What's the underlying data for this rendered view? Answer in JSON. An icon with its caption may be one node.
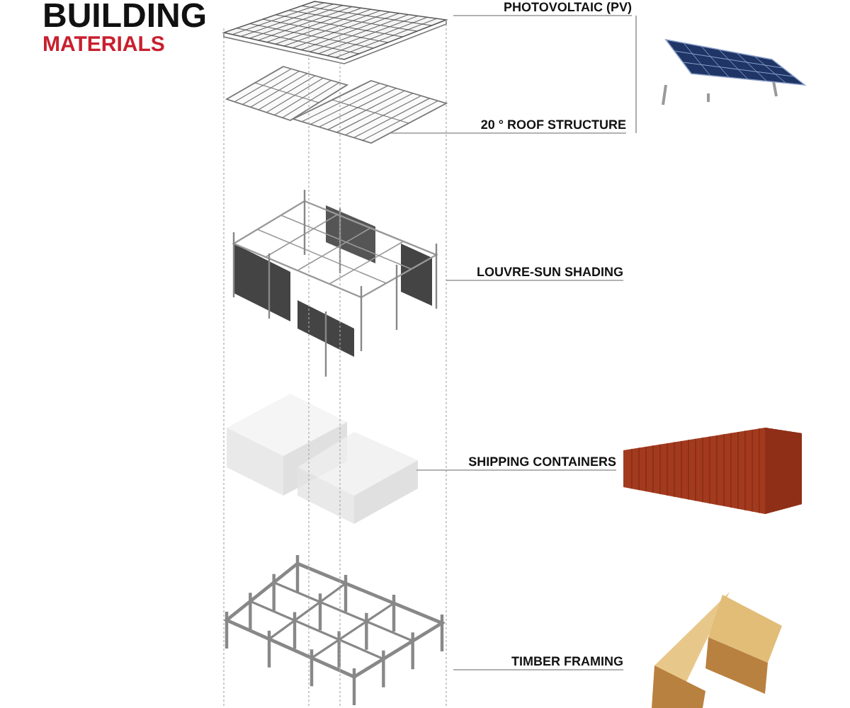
{
  "diagram": {
    "title": "BUILDING MATERIALS",
    "nodes": [
      {
        "text": [],
        "shape": "picture"
      },
      {
        "text": [
          "PHOTOVOLTAIC (PV)"
        ]
      },
      {
        "text": [],
        "shape": "picture"
      },
      {
        "text": [
          "20 ° ROOF STRUCTURE"
        ]
      },
      {
        "text": [],
        "shape": "picture"
      },
      {
        "text": [
          "LOUVRE-SUN SHADING"
        ]
      },
      {
        "text": [],
        "shape": "picture"
      },
      {
        "text": [
          "SHIPPING CONTAINERS"
        ]
      },
      {
        "text": [],
        "shape": "picture"
      },
      {
        "text": [
          "TIMBER FRAMING"
        ]
      }
    ],
    "edges": [
      {
        "from": 1,
        "to": 0,
        "arrow": "none"
      },
      {
        "from": 3,
        "to": 2,
        "arrow": "none"
      },
      {
        "from": 5,
        "to": 4,
        "arrow": "none"
      },
      {
        "from": 7,
        "to": 6,
        "arrow": "none"
      },
      {
        "from": 9,
        "to": 8,
        "arrow": "none"
      }
    ]
  }
}
